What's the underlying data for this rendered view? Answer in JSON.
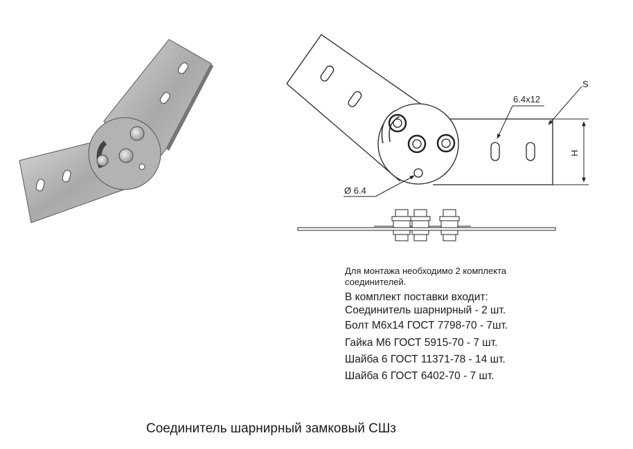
{
  "dimensions": {
    "slot_size": "6.4x12",
    "thickness": "S",
    "height": "H",
    "hole_diameter": "Ø 6.4"
  },
  "notes": {
    "mount_line1": "Для монтажа необходимо 2 комплекта",
    "mount_line2": "соединителей.",
    "kit_heading": "В комплект поставки входит:",
    "items": [
      "Соединитель шарнирный -  2 шт.",
      "Болт М6х14  ГОСТ 7798-70 - 7шт.",
      "Гайка М6   ГОСТ 5915-70    - 7 шт.",
      "Шайба 6 ГОСТ 11371-78  - 14 шт.",
      "Шайба 6 ГОСТ 6402-70   - 7 шт."
    ]
  },
  "caption": "Соединитель шарнирный замковый СШз"
}
